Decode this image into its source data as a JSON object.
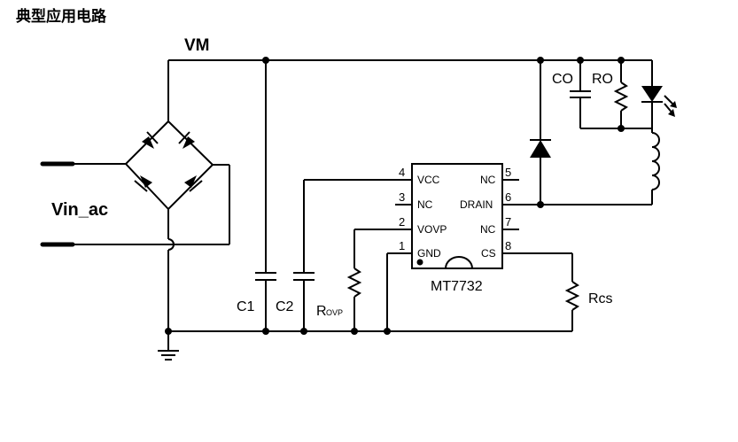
{
  "title": "典型应用电路",
  "net_vm": "VM",
  "input_label": "Vin_ac",
  "ic": {
    "part_number": "MT7732",
    "pins": [
      {
        "num": "4",
        "name": "VCC"
      },
      {
        "num": "3",
        "name": "NC"
      },
      {
        "num": "2",
        "name": "VOVP"
      },
      {
        "num": "1",
        "name": "GND"
      },
      {
        "num": "5",
        "name": "NC"
      },
      {
        "num": "6",
        "name": "DRAIN"
      },
      {
        "num": "7",
        "name": "NC"
      },
      {
        "num": "8",
        "name": "CS"
      }
    ]
  },
  "components": {
    "c1": "C1",
    "c2": "C2",
    "rovp_main": "R",
    "rovp_sub": "OVP",
    "rcs": "Rcs",
    "co": "CO",
    "ro": "RO"
  }
}
